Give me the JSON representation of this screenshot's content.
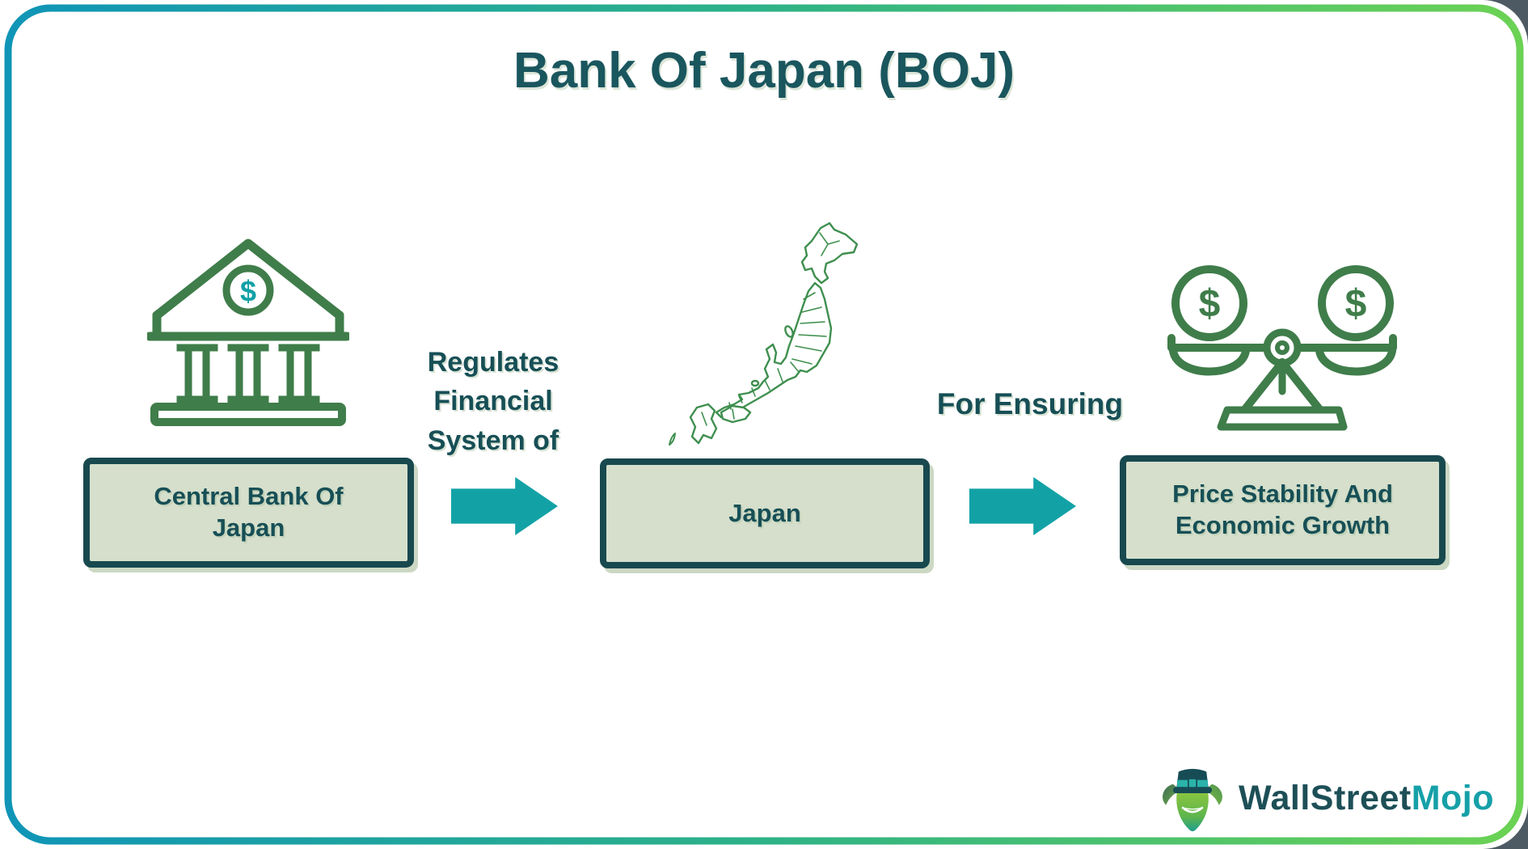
{
  "title": "Bank Of Japan (BOJ)",
  "flow": {
    "source_box": {
      "label": "Central Bank Of Japan"
    },
    "arrow1": {
      "label": "Regulates Financial System of"
    },
    "middle_box": {
      "label": "Japan"
    },
    "arrow2": {
      "label": "For Ensuring"
    },
    "result_box": {
      "label": "Price Stability And Economic Growth"
    }
  },
  "icons": {
    "bank": "bank-building-with-dollar-icon",
    "map": "japan-map-outline-icon",
    "scale": "balance-scale-with-dollar-coins-icon",
    "bank_dollar": "$",
    "coin_dollar_left": "$",
    "coin_dollar_right": "$"
  },
  "logo": {
    "wallstreet": "WallStreet",
    "mojo": "Mojo"
  },
  "colors": {
    "dark_teal_text": "#1A565E",
    "box_border": "#18494F",
    "box_fill": "#D5DFCB",
    "arrow_teal": "#12A2A6",
    "icon_green": "#3F7D4A",
    "map_green": "#3F8F4F",
    "border_gradient_left": "#1095B7",
    "border_gradient_right": "#6BD254",
    "corner_dark": "#4D5A64",
    "logo_dark": "#1D4F57",
    "logo_teal": "#16A0A8"
  }
}
